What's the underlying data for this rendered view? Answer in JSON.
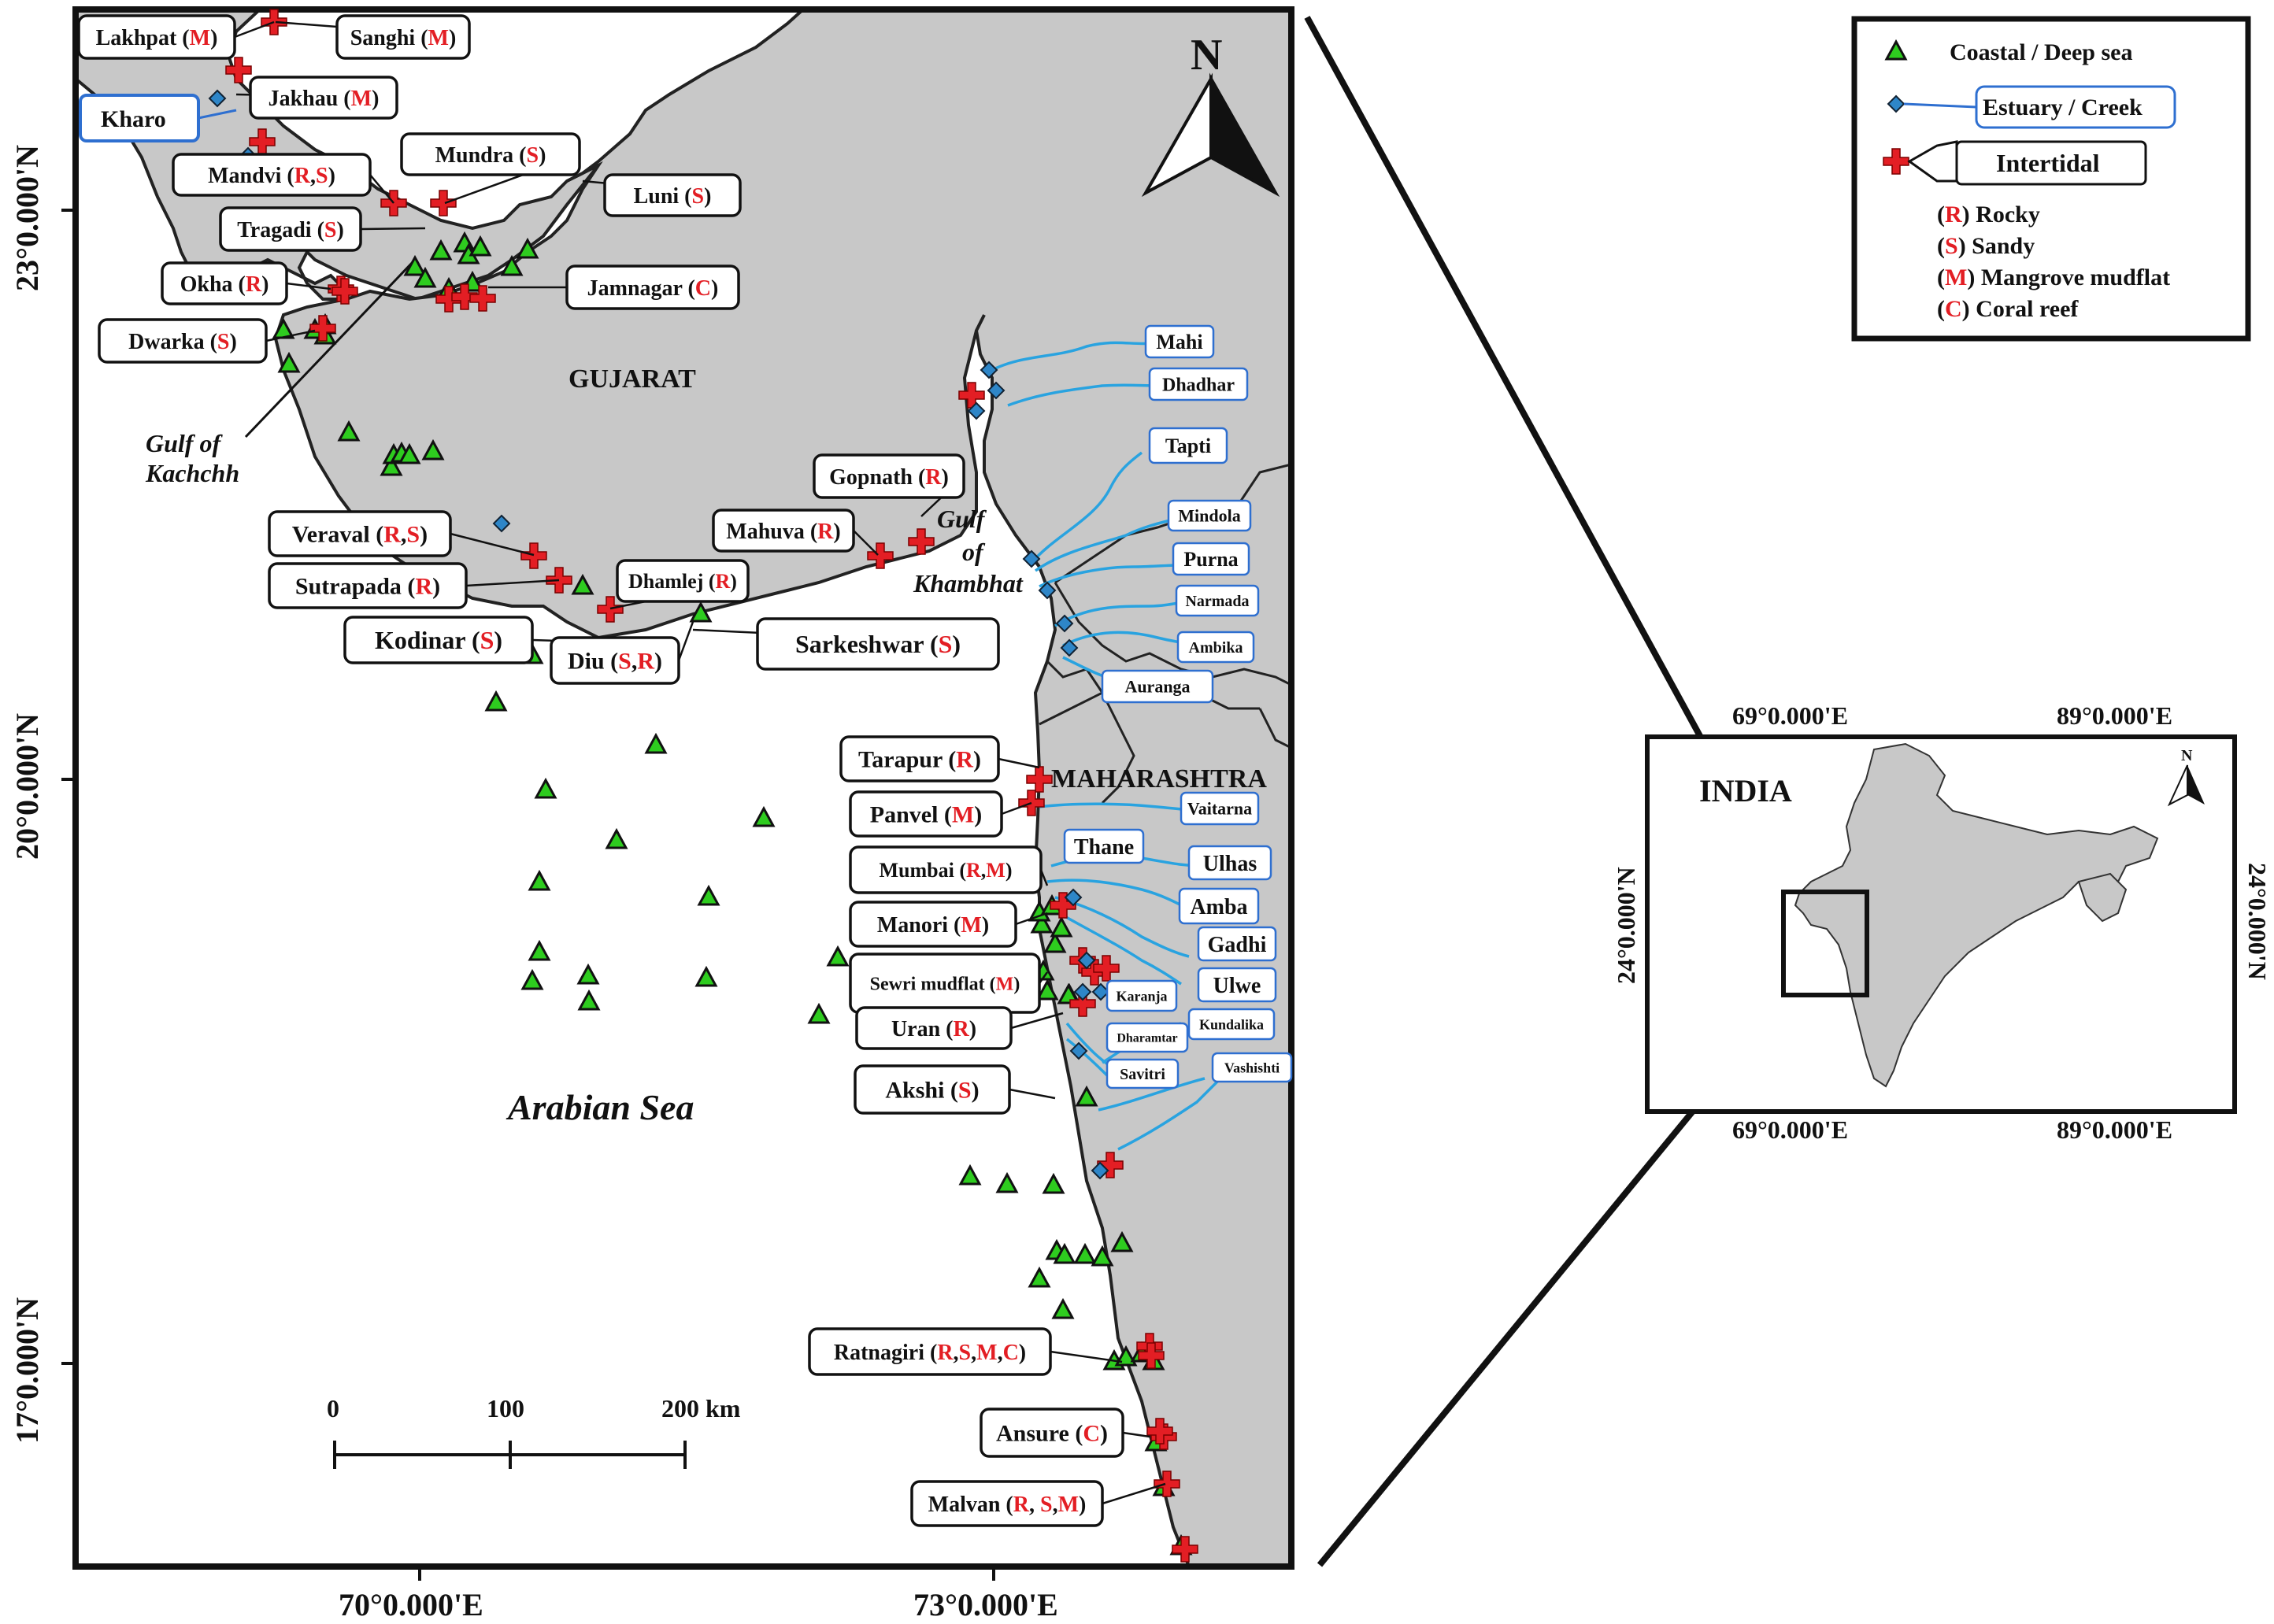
{
  "main_map": {
    "north_label": "N",
    "lat_labels": [
      "23°0.000'N",
      "20°0.000'N",
      "17°0.000'N"
    ],
    "lon_labels": [
      "70°0.000'E",
      "73°0.000'E"
    ],
    "regions": [
      "GUJARAT",
      "MAHARASHTRA"
    ],
    "sea_label": "Arabian Sea",
    "gulfs": [
      {
        "line1": "Gulf of",
        "line2": "Kachchh"
      },
      {
        "line1": "Gulf",
        "line2": "of",
        "line3": "Khambhat"
      }
    ],
    "scale_bar": {
      "ticks": [
        "0",
        "100",
        "200 km"
      ]
    }
  },
  "site_labels": [
    {
      "name": "Lakhpat",
      "codes": "M"
    },
    {
      "name": "Sanghi",
      "codes": "M"
    },
    {
      "name": "Jakhau",
      "codes": "M"
    },
    {
      "name": "Mundra",
      "codes": "S"
    },
    {
      "name": "Mandvi",
      "codes": "R,S"
    },
    {
      "name": "Luni",
      "codes": "S"
    },
    {
      "name": "Tragadi",
      "codes": "S"
    },
    {
      "name": "Okha",
      "codes": "R"
    },
    {
      "name": "Jamnagar",
      "codes": "C"
    },
    {
      "name": "Dwarka",
      "codes": "S"
    },
    {
      "name": "Gopnath",
      "codes": "R"
    },
    {
      "name": "Mahuva",
      "codes": "R"
    },
    {
      "name": "Veraval",
      "codes": "R,S"
    },
    {
      "name": "Sutrapada",
      "codes": "R"
    },
    {
      "name": "Dhamlej",
      "codes": "R"
    },
    {
      "name": "Kodinar",
      "codes": "S"
    },
    {
      "name": "Diu",
      "codes": "S,R"
    },
    {
      "name": "Sarkeshwar",
      "codes": "S"
    },
    {
      "name": "Tarapur",
      "codes": "R"
    },
    {
      "name": "Panvel",
      "codes": "M"
    },
    {
      "name": "Mumbai",
      "codes": "R,M"
    },
    {
      "name": "Manori",
      "codes": "M"
    },
    {
      "name": "Sewri mudflat",
      "codes": "M"
    },
    {
      "name": "Uran",
      "codes": "R"
    },
    {
      "name": "Akshi",
      "codes": "S"
    },
    {
      "name": "Ratnagiri",
      "codes": "R,S,M,C"
    },
    {
      "name": "Ansure",
      "codes": "C"
    },
    {
      "name": "Malvan",
      "codes": "R, S,M"
    }
  ],
  "plain_labels": {
    "kharo": "Kharo"
  },
  "rivers": [
    "Mahi",
    "Dhadhar",
    "Tapti",
    "Mindola",
    "Purna",
    "Narmada",
    "Ambika",
    "Auranga",
    "Vaitarna",
    "Thane",
    "Ulhas",
    "Amba",
    "Gadhi",
    "Ulwe",
    "Karanja",
    "Kundalika",
    "Dharamtar",
    "Savitri",
    "Vashishti"
  ],
  "legend": {
    "coastal": "Coastal / Deep sea",
    "estuary": "Estuary / Creek",
    "intertidal": "Intertidal",
    "types": [
      {
        "code": "R",
        "label": "Rocky"
      },
      {
        "code": "S",
        "label": "Sandy"
      },
      {
        "code": "M",
        "label": "Mangrove mudflat"
      },
      {
        "code": "C",
        "label": "Coral reef"
      }
    ]
  },
  "inset": {
    "country": "INDIA",
    "north_label": "N",
    "lon_top": [
      "69°0.000'E",
      "89°0.000'E"
    ],
    "lon_bottom": [
      "69°0.000'E",
      "89°0.000'E"
    ],
    "lat_left": "24°0.000'N",
    "lat_right": "24°0.000'N"
  },
  "colors": {
    "land": "#c8c8c8",
    "sea": "#ffffff",
    "triangle": "#2ecc1f",
    "estuary": "#2e86c8",
    "intertidal": "#e31e24",
    "river": "#29a3e0",
    "code_red": "#e31e24"
  }
}
